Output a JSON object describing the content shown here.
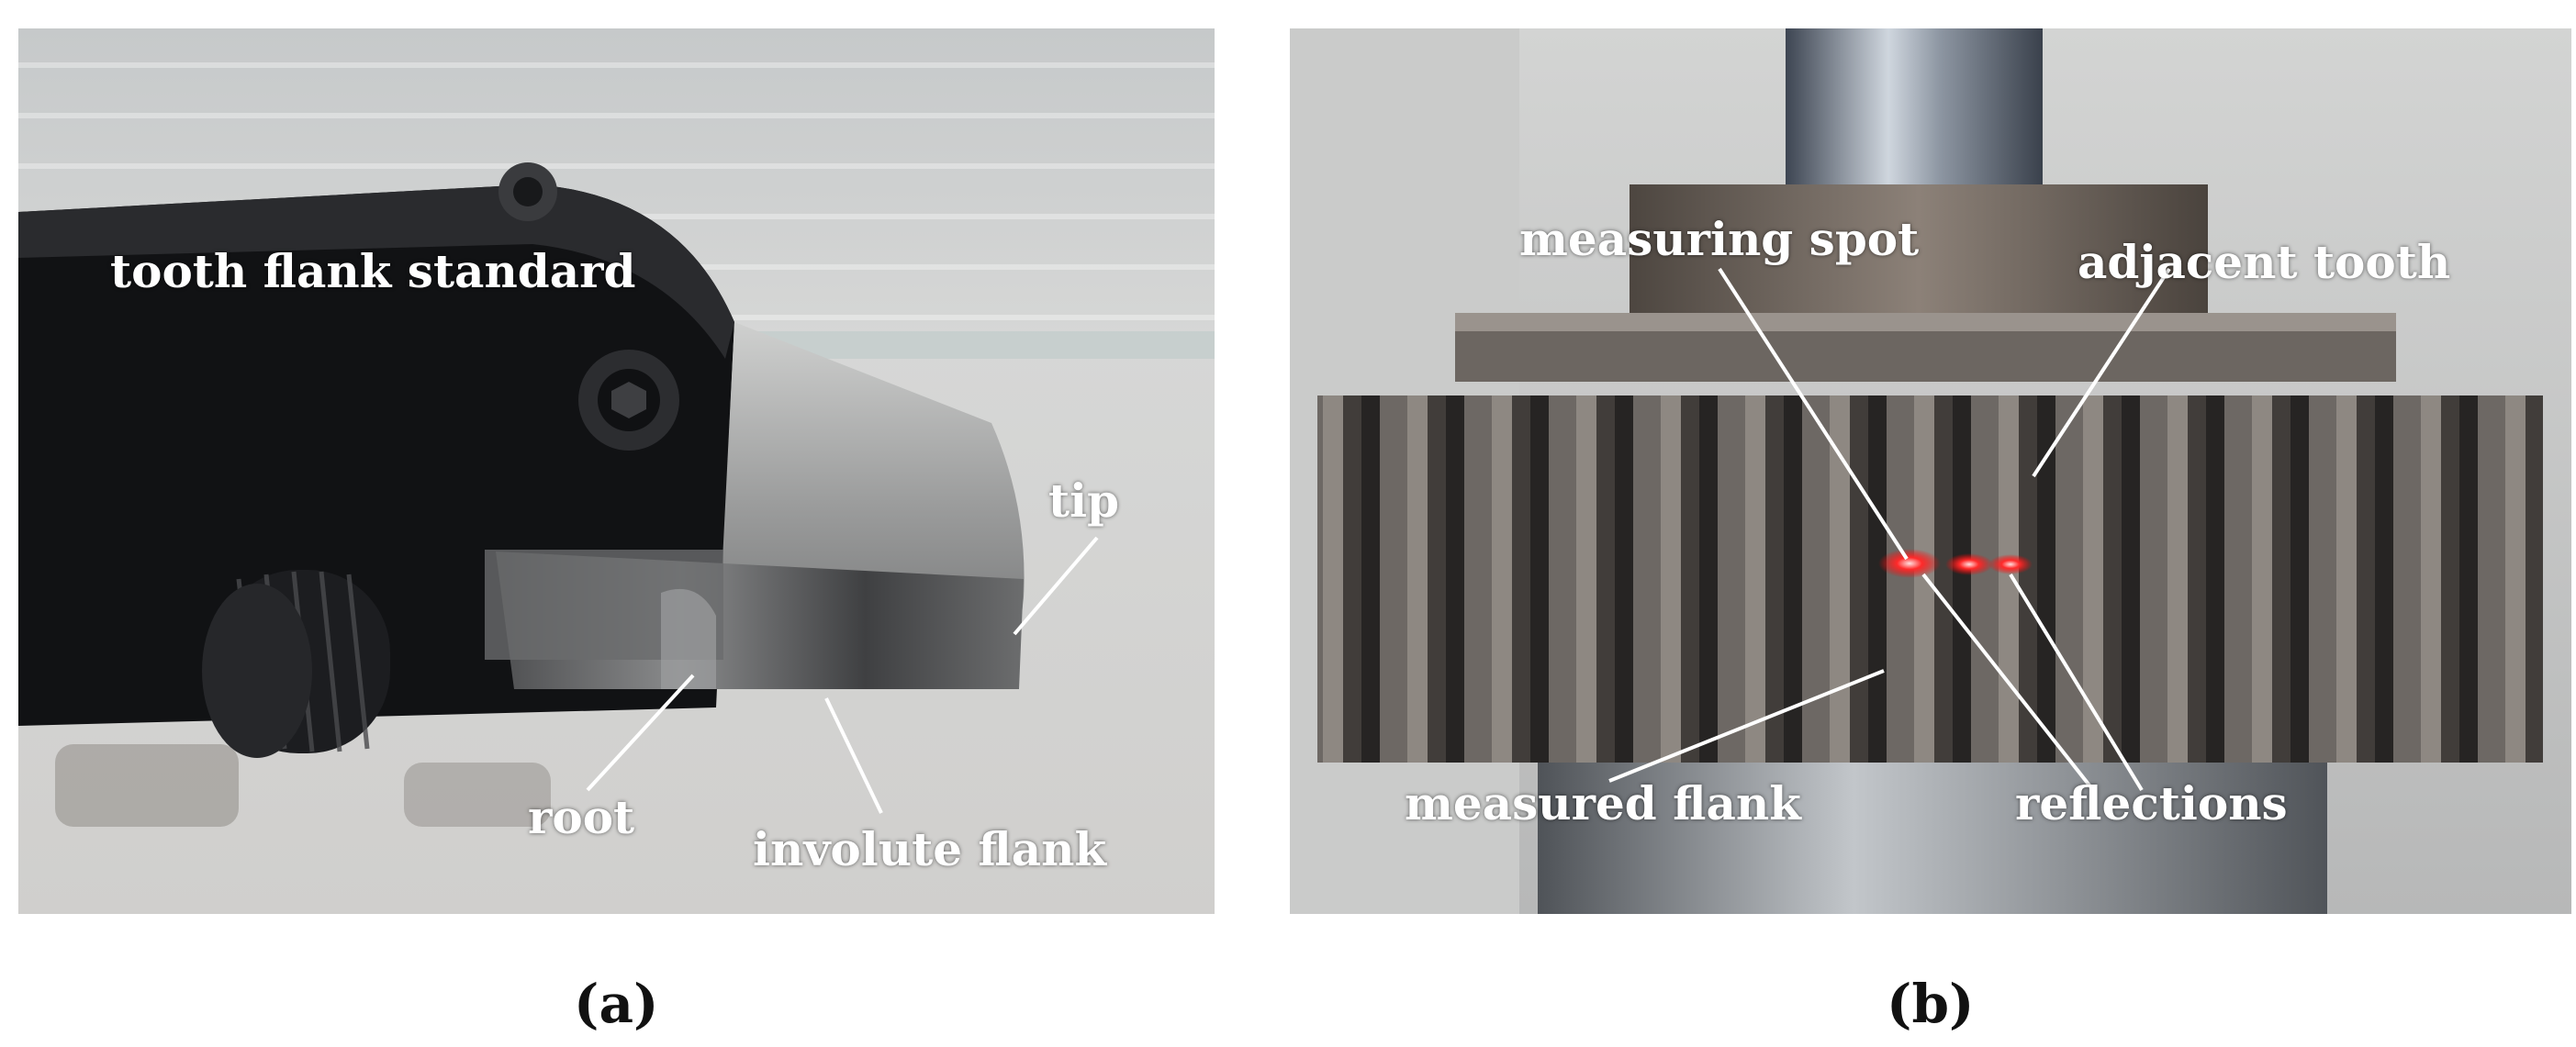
{
  "panel_a": {
    "labels": {
      "tooth_flank_standard": "tooth flank standard",
      "tip": "tip",
      "root": "root",
      "involute_flank": "involute flank"
    },
    "caption": "(a)"
  },
  "panel_b": {
    "labels": {
      "measuring_spot": "measuring spot",
      "adjacent_tooth": "adjacent tooth",
      "measured_flank": "measured flank",
      "reflections": "reflections"
    },
    "caption": "(b)"
  }
}
